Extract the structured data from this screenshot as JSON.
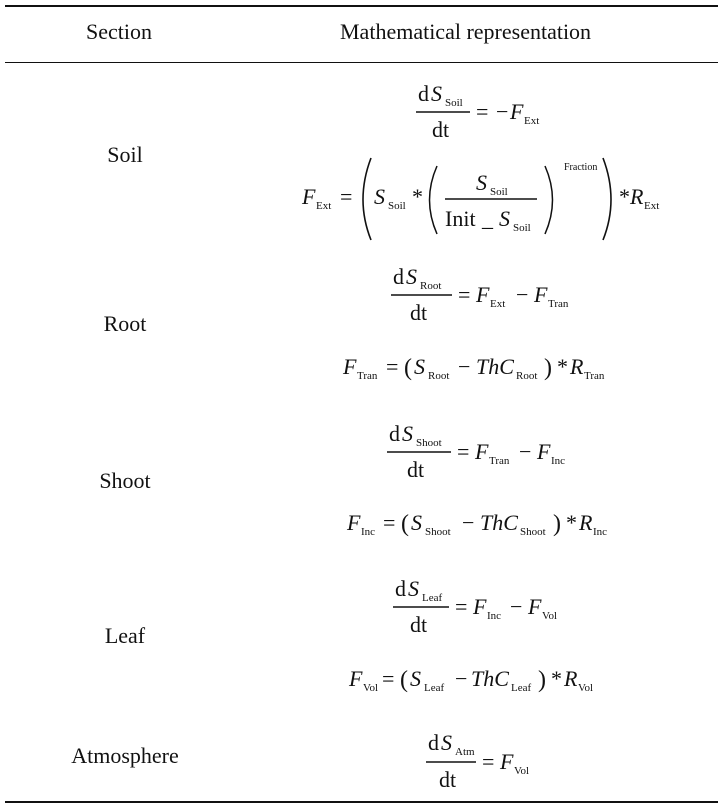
{
  "table": {
    "headers": {
      "section": "Section",
      "representation": "Mathematical representation"
    },
    "rows": [
      {
        "section": "Soil",
        "equations": [
          "dS_Soil/dt = −F_Ext",
          "F_Ext = ( S_Soil * ( S_Soil / Init_S_Soil )^Fraction ) * R_Ext"
        ]
      },
      {
        "section": "Root",
        "equations": [
          "dS_Root/dt = F_Ext − F_Tran",
          "F_Tran = ( S_Root − ThC_Root ) * R_Tran"
        ]
      },
      {
        "section": "Shoot",
        "equations": [
          "dS_Shoot/dt = F_Tran − F_Inc",
          "F_Inc = ( S_Shoot − ThC_Shoot ) * R_Inc"
        ]
      },
      {
        "section": "Leaf",
        "equations": [
          "dS_Leaf/dt = F_Inc − F_Vol",
          "F_Vol = ( S_Leaf − ThC_Leaf ) * R_Vol"
        ]
      },
      {
        "section": "Atmosphere",
        "equations": [
          "dS_Atm/dt = F_Vol"
        ]
      }
    ]
  },
  "symbols": {
    "d": "d",
    "dt": "dt",
    "S": "S",
    "F": "F",
    "R": "R",
    "ThC": "ThC",
    "init": "Init",
    "underscore": "_",
    "eq": "=",
    "minus": "−",
    "times": "*",
    "lparen": "(",
    "rparen": ")",
    "soil": "Soil",
    "ext": "Ext",
    "root": "Root",
    "tran": "Tran",
    "shoot": "Shoot",
    "inc": "Inc",
    "leaf": "Leaf",
    "vol": "Vol",
    "atm": "Atm",
    "fraction": "Fraction"
  }
}
